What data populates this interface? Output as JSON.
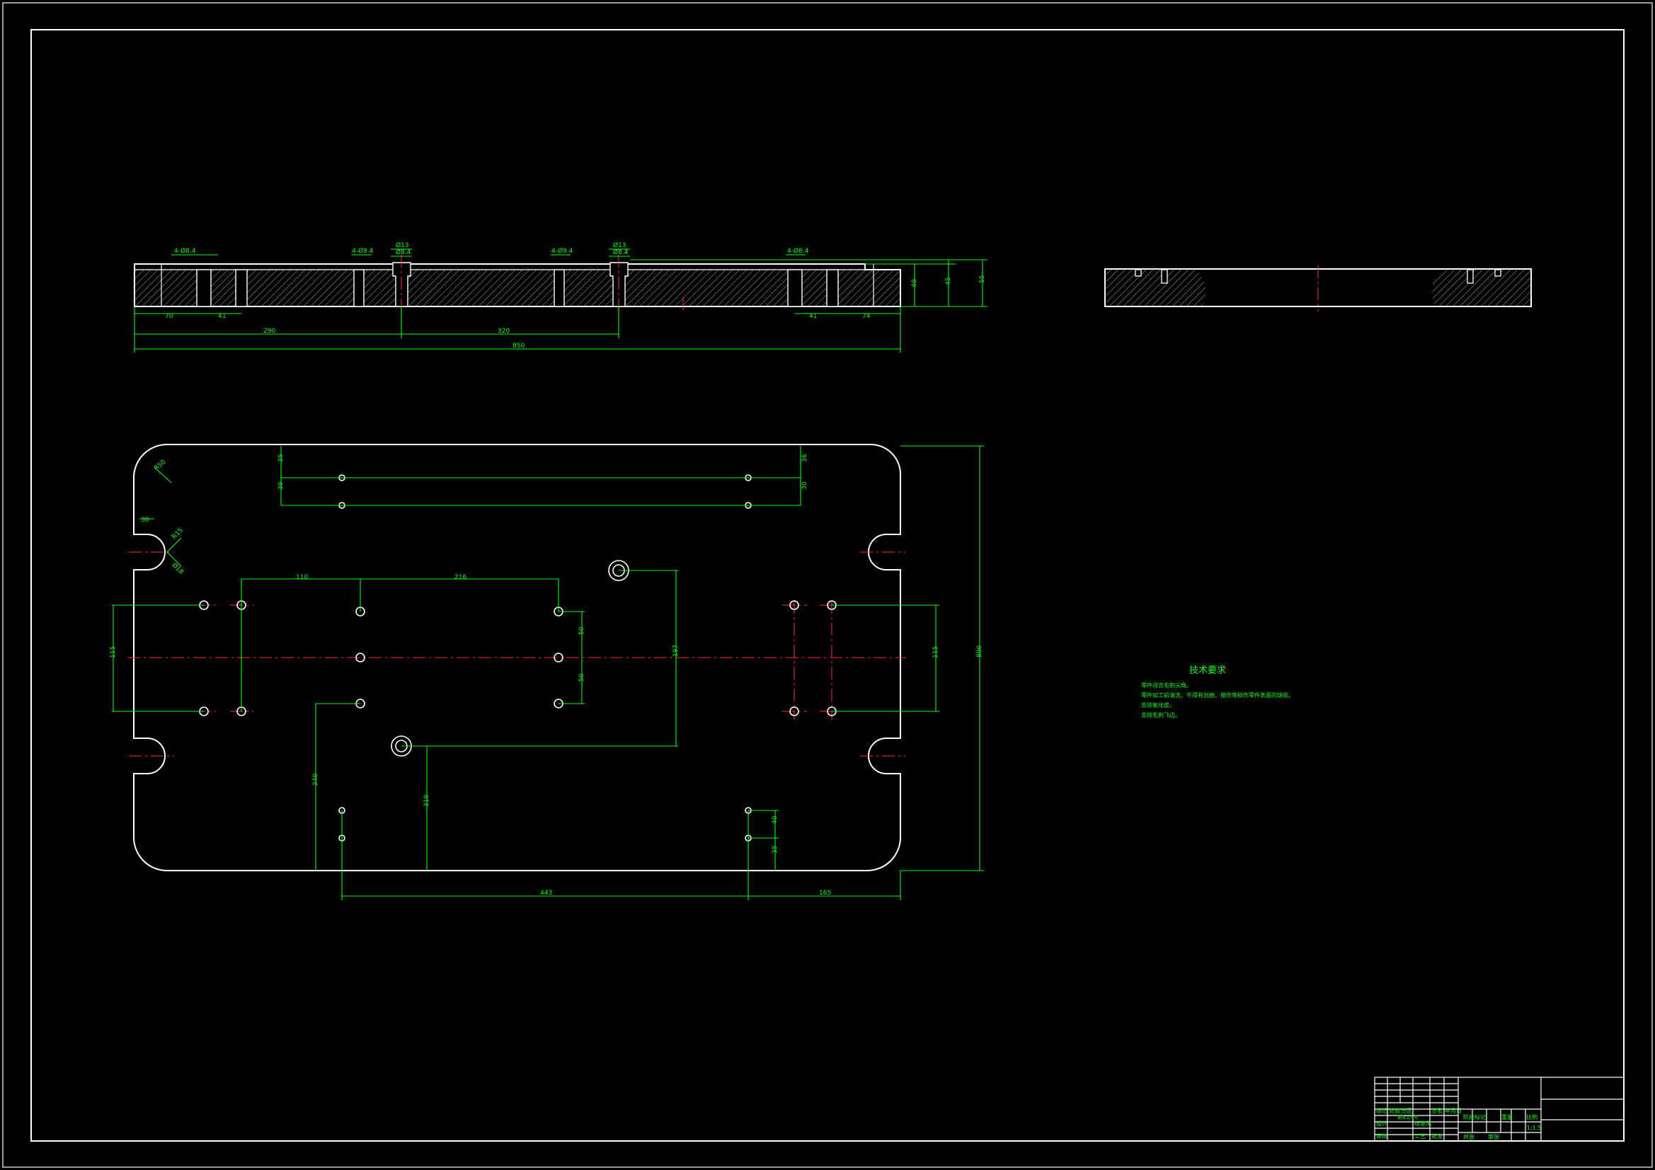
{
  "drawing": {
    "dimensions": {
      "front_view": [
        "4-Ø8.4",
        "4-Ø9.4",
        "4-Ø9.4",
        "4-Ø8.4",
        "Ø13",
        "Ø8.4",
        "Ø13",
        "Ø8.4",
        "70",
        "41",
        "290",
        "320",
        "850",
        "41",
        "74",
        "40",
        "45",
        "55"
      ],
      "plan_view": [
        "R50",
        "30",
        "R15",
        "Ø18",
        "35",
        "30",
        "36",
        "30",
        "110",
        "216",
        "50",
        "50",
        "197",
        "115",
        "115",
        "800",
        "240",
        "310",
        "40",
        "35",
        "443",
        "165"
      ]
    },
    "technical_notes": {
      "title": "技术要求",
      "lines": [
        "零件须去毛刺尖角。",
        "零件加工前清洗，不得有划痕、擦伤等损伤零件表面的缺陷。",
        "去除氧化皮。",
        "去除毛刺飞边。"
      ]
    },
    "title_block": {
      "labels": [
        "标记",
        "处数",
        "分区",
        "更改文件号",
        "签名",
        "年月日",
        "阶段标记",
        "重量",
        "比例",
        "设计",
        "标准化",
        "审核",
        "工艺",
        "批准",
        "共张",
        "第张"
      ],
      "scale": "1:1.5"
    }
  }
}
